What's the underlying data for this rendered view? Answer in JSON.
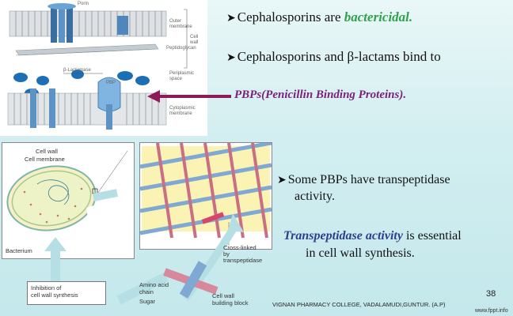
{
  "bullets": {
    "b1_prefix": "Cephalosporins are ",
    "b1_emph": "bactericidal.",
    "b2": "Cephalosporins and β-lactams bind to",
    "pbp": "PBPs(Penicillin Binding Proteins).",
    "b3_line1": "Some PBPs have transpeptidase",
    "b3_line2": "activity.",
    "tp_emph": "Transpeptidase activity",
    "tp_rest": " is essential",
    "tp_line2": "in cell wall synthesis."
  },
  "membrane_figure": {
    "labels": {
      "porin": "Porin",
      "outer_membrane": "Outer membrane",
      "cell_wall": "Cell wall",
      "peptidoglycan": "Peptidoglycan",
      "b_lactamase": "β-Lactamase",
      "periplasmic_space": "Periplasmic space",
      "pbp": "PBP",
      "cytoplasmic_membrane": "Cytoplasmic membrane"
    }
  },
  "cell_figure": {
    "cell_wall": "Cell wall",
    "cell_membrane": "Cell membrane",
    "bacterium": "Bacterium",
    "inhibition_line1": "Inhibition of",
    "inhibition_line2": "cell wall synthesis",
    "amino_acid_line1": "Amino acid",
    "amino_acid_line2": "chain",
    "sugar": "Sugar",
    "building_line1": "Cell wall",
    "building_line2": "building block",
    "crosslinked_line1": "Cross-linked",
    "crosslinked_line2": "by",
    "crosslinked_line3": "transpeptidase"
  },
  "footer": {
    "page_number": "38",
    "college": "VIGNAN PHARMACY COLLEGE, VADALAMUDI,GUNTUR. (A.P)",
    "website": "www.fppt.info"
  },
  "colors": {
    "green": "#2fa24a",
    "purple": "#7a1f7a",
    "blue_italic": "#2c3e8f",
    "arrow": "#8e1a5a"
  }
}
